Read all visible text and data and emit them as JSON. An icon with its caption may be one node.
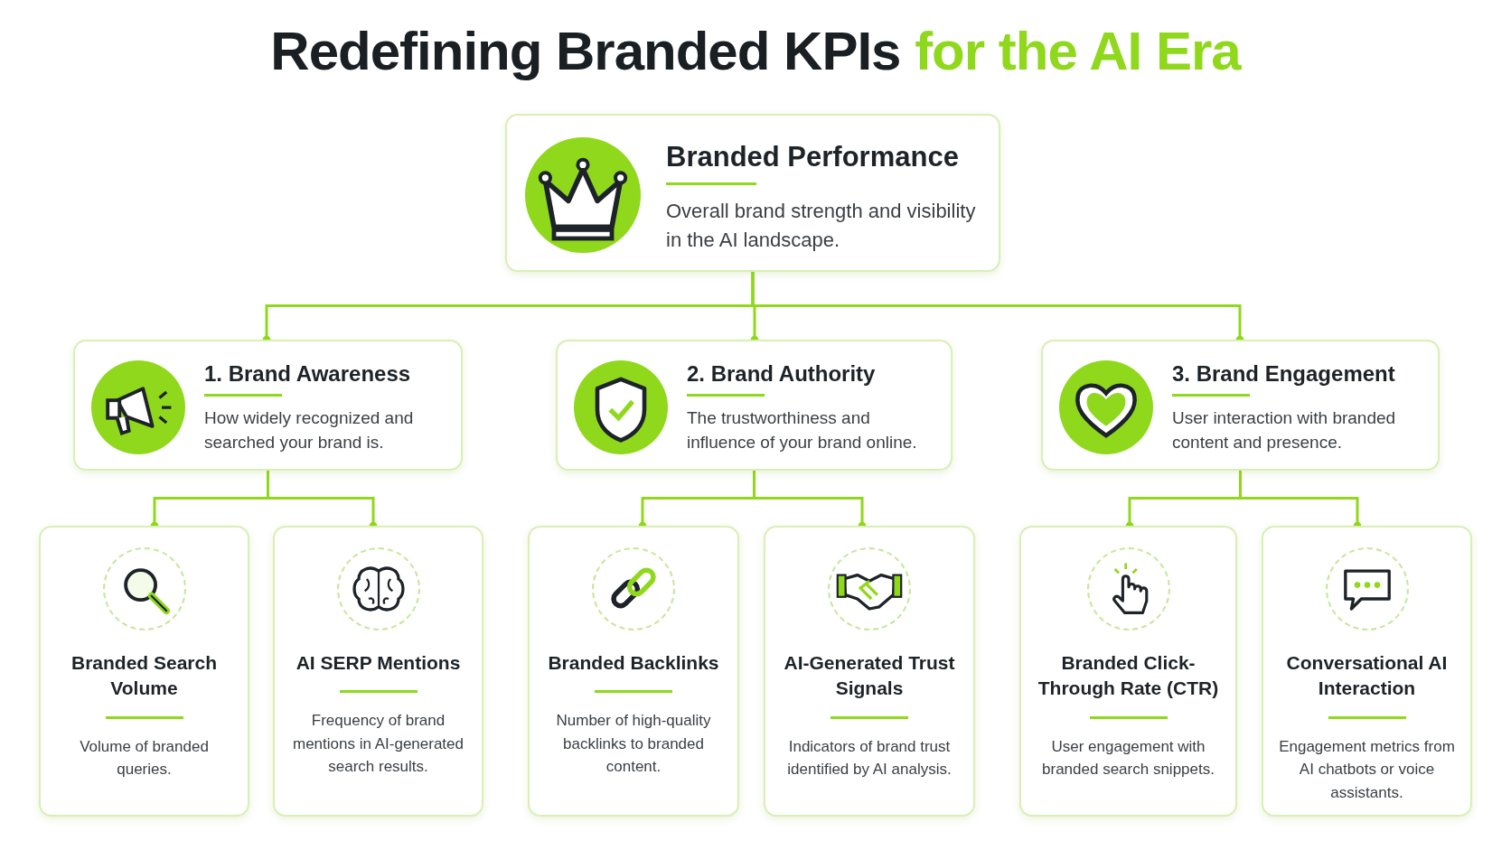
{
  "diagram": {
    "title": "Redefining Branded KPIs *for the AI Era*",
    "nodes": [
      {
        "text": [
          "Branded Performance",
          "Overall brand strength and visibility in the AI landscape."
        ]
      },
      {
        "text": [
          "1. Brand Awareness",
          "How widely recognized and searched your brand is."
        ]
      },
      {
        "text": [
          "2. Brand Authority",
          "The trustworthiness and influence of your brand online."
        ]
      },
      {
        "text": [
          "3. Brand Engagement",
          "User interaction with branded content and presence."
        ]
      },
      {
        "text": [
          "Branded Search Volume",
          "Volume of branded queries."
        ]
      },
      {
        "text": [
          "AI SERP Mentions",
          "Frequency of brand mentions in AI-generated search results."
        ]
      },
      {
        "text": [
          "Branded Backlinks",
          "Number of high-quality backlinks to branded content."
        ]
      },
      {
        "text": [
          "AI-Generated Trust Signals",
          "Indicators of brand trust identified by AI analysis."
        ]
      },
      {
        "text": [
          "Branded Click-Through Rate (CTR)",
          "User engagement with branded search snippets."
        ]
      },
      {
        "text": [
          "Conversational AI Interaction",
          "Engagement metrics from AI chatbots or voice assistants."
        ]
      }
    ],
    "edges": [
      {
        "from": 0,
        "to": 1,
        "arrow": "other"
      },
      {
        "from": 0,
        "to": 2,
        "arrow": "other"
      },
      {
        "from": 0,
        "to": 3,
        "arrow": "other"
      },
      {
        "from": 1,
        "to": 4,
        "arrow": "other"
      },
      {
        "from": 1,
        "to": 5,
        "arrow": "other"
      },
      {
        "from": 2,
        "to": 6,
        "arrow": "other"
      },
      {
        "from": 2,
        "to": 7,
        "arrow": "other"
      },
      {
        "from": 3,
        "to": 8,
        "arrow": "other"
      },
      {
        "from": 3,
        "to": 9,
        "arrow": "other"
      }
    ]
  }
}
